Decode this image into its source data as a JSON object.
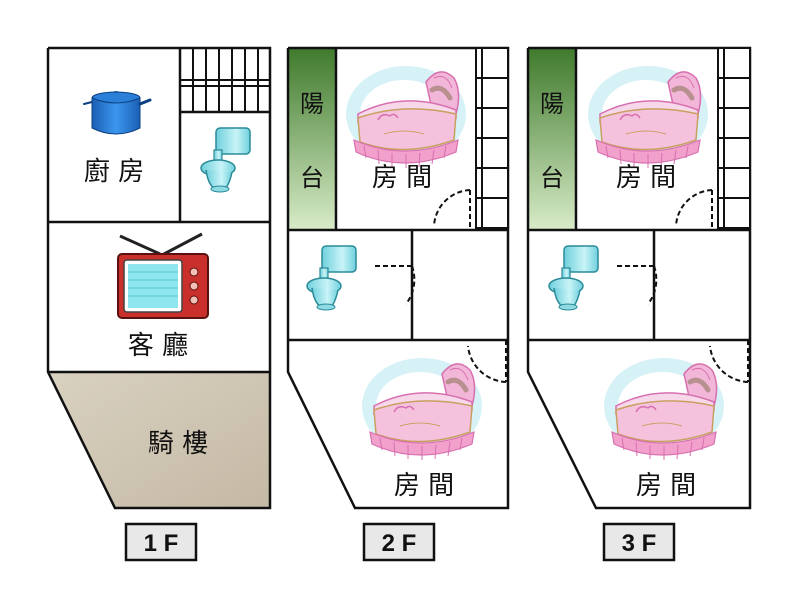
{
  "floors": [
    {
      "id": "1f",
      "label": "1 F",
      "rooms": {
        "kitchen": "廚 房",
        "living": "客 廳",
        "arcade": "騎  樓"
      }
    },
    {
      "id": "2f",
      "label": "2 F",
      "rooms": {
        "balcony": "陽台",
        "bedroom_top": "房 間",
        "bedroom_bottom": "房 間"
      }
    },
    {
      "id": "3f",
      "label": "3 F",
      "rooms": {
        "balcony": "陽台",
        "bedroom_top": "房 間",
        "bedroom_bottom": "房 間"
      }
    }
  ],
  "icons": [
    "pot-icon",
    "toilet-icon",
    "tv-icon",
    "crib-icon"
  ],
  "colors": {
    "wall": "#111111",
    "arcade_fill": "#cfc6b4",
    "balcony_fill": "#6f9a4e",
    "floor_tag_fill": "#e8e8e8",
    "crib_pink": "#f2b6d8",
    "pot_blue": "#2a7fd8",
    "toilet_cyan": "#9fe3ea"
  }
}
